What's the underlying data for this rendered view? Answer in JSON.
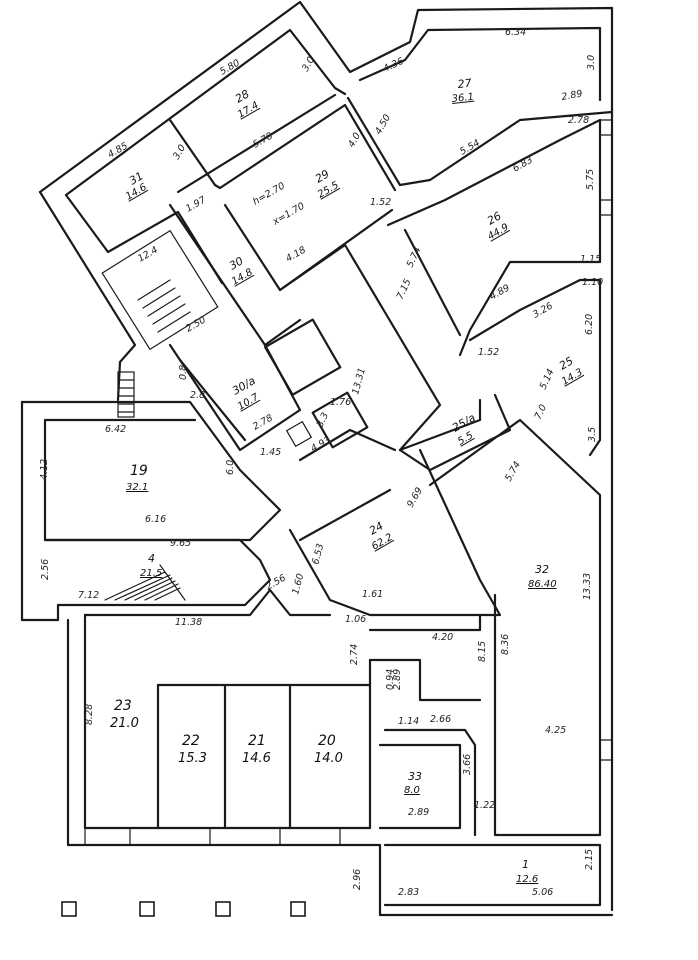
{
  "rooms": [
    {
      "num": "27",
      "area": "36.1"
    },
    {
      "num": "28",
      "area": "17.4"
    },
    {
      "num": "31",
      "area": "14.6"
    },
    {
      "num": "29",
      "area": "25.5"
    },
    {
      "num": "26",
      "area": "44.9"
    },
    {
      "num": "30",
      "area": "14.8"
    },
    {
      "num": "30/a",
      "area": "10.7"
    },
    {
      "num": "25",
      "area": "14.3"
    },
    {
      "num": "25/a",
      "area": "5.5"
    },
    {
      "num": "19",
      "area": "32.1"
    },
    {
      "num": "4",
      "area": "21.5"
    },
    {
      "num": "24",
      "area": "62.2"
    },
    {
      "num": "32",
      "area": "86.40"
    },
    {
      "num": "23",
      "area": "21.0"
    },
    {
      "num": "22",
      "area": "15.3"
    },
    {
      "num": "21",
      "area": "14.6"
    },
    {
      "num": "20",
      "area": "14.0"
    },
    {
      "num": "33",
      "area": "8.0"
    },
    {
      "num": "1",
      "area": "12.6"
    }
  ],
  "stair_label": "12.4",
  "ceiling_h": "h=2.70",
  "ceiling_x": "x=1.70",
  "dimensions": [
    "6.34",
    "3.0",
    "4.36",
    "2.89",
    "5.80",
    "3.0",
    "4.85",
    "3.0",
    "5.78",
    "4.0",
    "4.50",
    "5.54",
    "2.78",
    "6.83",
    "5.75",
    "1.97",
    "4.18",
    "1.52",
    "5.74",
    "7.15",
    "1.15",
    "4.89",
    "1.10",
    "3.26",
    "6.20",
    "2.50",
    "0.8",
    "2.8",
    "2.78",
    "1.76",
    "3.3",
    "1.52",
    "5.14",
    "7.0",
    "3.5",
    "6.42",
    "4.12",
    "6.0",
    "1.45",
    "4.93",
    "6.16",
    "13.31",
    "9.65",
    "2.56",
    "7.12",
    "2.56",
    "1.60",
    "6.53",
    "9.69",
    "5.74",
    "1.61",
    "13.33",
    "11.38",
    "1.06",
    "2.74",
    "4.20",
    "8.15",
    "8.36",
    "2.89",
    "0.94",
    "2.66",
    "1.14",
    "8.28",
    "3.66",
    "4.25",
    "2.89",
    "1.22",
    "2.96",
    "2.83",
    "5.06",
    "2.15"
  ]
}
